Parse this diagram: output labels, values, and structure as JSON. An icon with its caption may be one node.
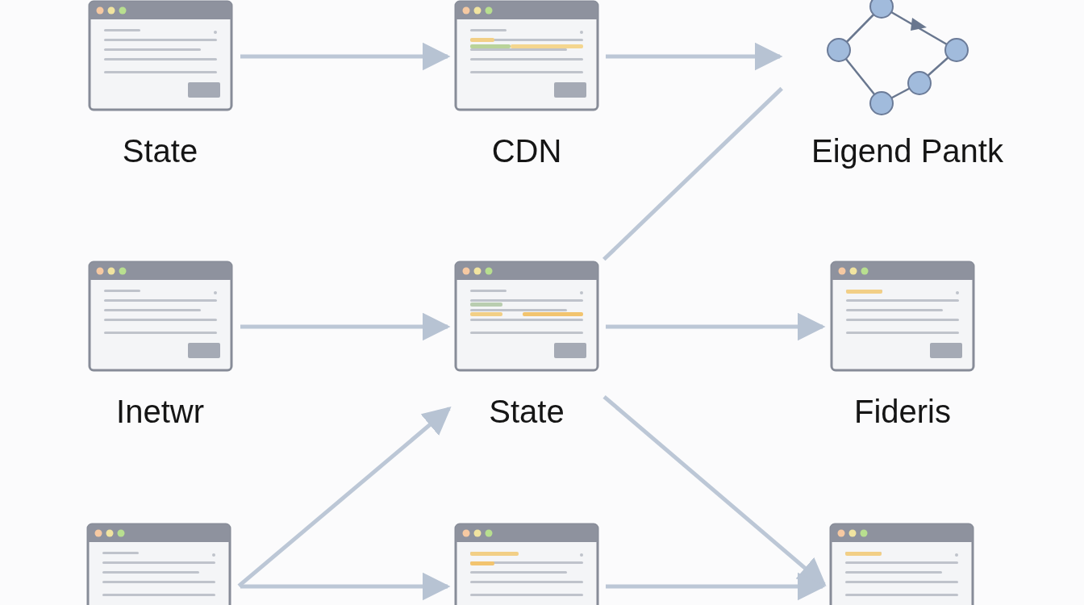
{
  "diagram": {
    "nodes": [
      {
        "text": [
          "State"
        ]
      },
      {
        "text": [
          "CDN"
        ]
      },
      {
        "text": [
          "Eigend Pantk"
        ]
      },
      {
        "text": [
          "Inetwr"
        ]
      },
      {
        "text": [
          "State"
        ]
      },
      {
        "text": [
          "Fideris"
        ]
      },
      {
        "text": [],
        "shape": "window"
      },
      {
        "text": [],
        "shape": "window"
      },
      {
        "text": [],
        "shape": "window"
      }
    ],
    "edges": [
      {
        "from": 0,
        "to": 1,
        "arrow": "to"
      },
      {
        "from": 1,
        "to": 2,
        "arrow": "to"
      },
      {
        "from": 4,
        "to": 2,
        "arrow": "none"
      },
      {
        "from": 3,
        "to": 4,
        "arrow": "to"
      },
      {
        "from": 4,
        "to": 5,
        "arrow": "to"
      },
      {
        "from": 6,
        "to": 4,
        "arrow": "to"
      },
      {
        "from": 4,
        "to": 8,
        "arrow": "to"
      },
      {
        "from": 6,
        "to": 7,
        "arrow": "to"
      },
      {
        "from": 7,
        "to": 8,
        "arrow": "to"
      }
    ]
  }
}
